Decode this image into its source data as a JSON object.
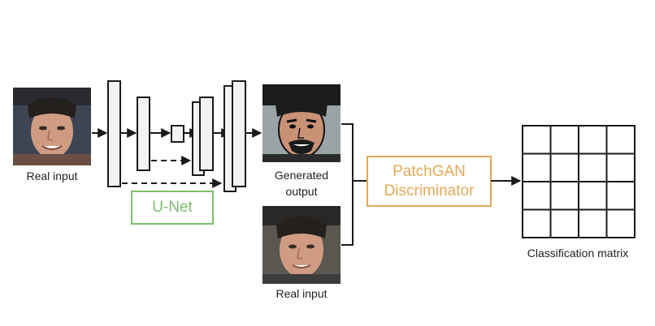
{
  "diagram": {
    "left_input_label": "Real input",
    "generated_label": "Generated\noutput",
    "bottom_input_label": "Real input",
    "unet_label": "U-Net",
    "discriminator_label": "PatchGAN\nDiscriminator",
    "matrix_label": "Classification matrix",
    "matrix_rows": 4,
    "matrix_cols": 4
  },
  "colors": {
    "line": "#1a1a1a",
    "layer_fill": "#f2f2f2",
    "unet_accent": "#7cbd6e",
    "discriminator_accent": "#e2a958",
    "hair": "#23201d",
    "skin": "#cf9c83",
    "comic_skin": "#c99277"
  }
}
